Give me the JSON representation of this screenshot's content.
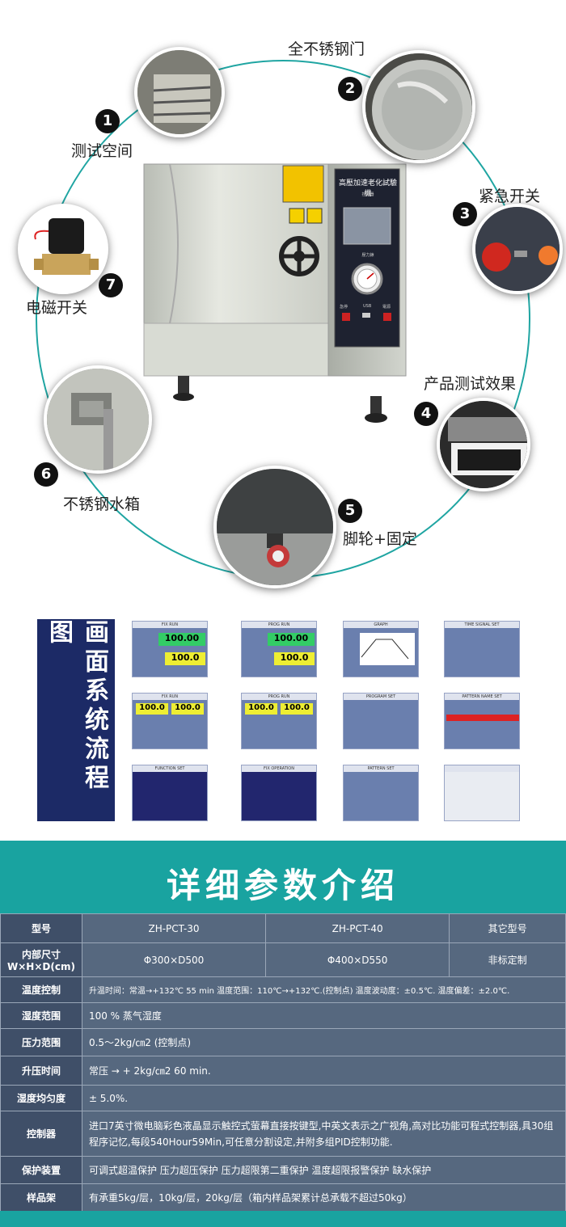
{
  "features": [
    {
      "num": "1",
      "label": "测试空间",
      "icon": "test-chamber-photo"
    },
    {
      "num": "2",
      "label": "全不锈钢门",
      "icon": "steel-door-photo"
    },
    {
      "num": "3",
      "label": "紧急开关",
      "icon": "emergency-switch-photo"
    },
    {
      "num": "4",
      "label": "产品测试效果",
      "icon": "test-effect-photo"
    },
    {
      "num": "5",
      "label": "脚轮+固定",
      "icon": "caster-photo"
    },
    {
      "num": "6",
      "label": "不锈钢水箱",
      "icon": "water-tank-photo"
    },
    {
      "num": "7",
      "label": "电磁开关",
      "icon": "solenoid-valve-photo"
    }
  ],
  "machine": {
    "panel_title": "高壓加速老化試驗機",
    "panel_sub": "控制器",
    "gauge_label": "壓力錶",
    "switch_labels": [
      "急停",
      "USB",
      "電源"
    ]
  },
  "screens": {
    "title": "画面系统流程图",
    "thumbs": [
      {
        "bar": "FIX RUN",
        "v1": "100.00",
        "v2": "100.0"
      },
      {
        "bar": "PROG RUN",
        "v1": "100.00",
        "v2": "100.0"
      },
      {
        "bar": "GRAPH",
        "v1": "",
        "v2": ""
      },
      {
        "bar": "TIME SIGNAL SET",
        "v1": "",
        "v2": ""
      },
      {
        "bar": "FIX RUN",
        "v1": "100.0",
        "v2": "100.0"
      },
      {
        "bar": "PROG RUN",
        "v1": "100.0",
        "v2": "100.0"
      },
      {
        "bar": "PROGRAM SET",
        "v1": "",
        "v2": ""
      },
      {
        "bar": "PATTERN NAME SET",
        "v1": "",
        "v2": ""
      },
      {
        "bar": "FUNCTION SET",
        "v1": "",
        "v2": ""
      },
      {
        "bar": "FIX OPERATION",
        "v1": "",
        "v2": ""
      },
      {
        "bar": "PATTERN SET",
        "v1": "",
        "v2": ""
      },
      {
        "bar": "",
        "v1": "",
        "v2": ""
      }
    ]
  },
  "params": {
    "title": "详细参数介绍",
    "rows": [
      {
        "label": "型号",
        "cells": [
          "ZH-PCT-30",
          "ZH-PCT-40",
          "其它型号"
        ]
      },
      {
        "label": "内部尺寸 W×H×D(cm)",
        "cells": [
          "Φ300×D500",
          "Φ400×D550",
          "非标定制"
        ]
      },
      {
        "label": "温度控制",
        "value": "升温时间：常温→+132℃ 55 min   温度范围：110℃→+132℃.(控制点)  温度波动度：±0.5℃.  温度偏差：±2.0℃."
      },
      {
        "label": "湿度范围",
        "value": "100 % 蒸气湿度"
      },
      {
        "label": "压力范围",
        "value": "0.5～2kg/㎝2 (控制点)"
      },
      {
        "label": "升压时间",
        "value": "常压 → + 2kg/㎝2   60 min."
      },
      {
        "label": "湿度均匀度",
        "value": "± 5.0%."
      },
      {
        "label": "控制器",
        "value": "进口7英寸微电脑彩色液晶显示触控式萤幕直接按键型,中英文表示之广视角,高对比功能可程式控制器,具30组程序记忆,每段540Hour59Min,可任意分割设定,并附多组PID控制功能."
      },
      {
        "label": "保护装置",
        "value": "可调式超温保护   压力超压保护   压力超限第二重保护   温度超限报警保护   缺水保护"
      },
      {
        "label": "样品架",
        "value": "有承重5kg/层，10kg/层，20kg/层（箱内样品架累计总承载不超过50kg）"
      }
    ]
  },
  "colors": {
    "accent": "#19a3a0",
    "table_bg": "#4b5c74",
    "screen_title_bg": "#1c2a66"
  }
}
